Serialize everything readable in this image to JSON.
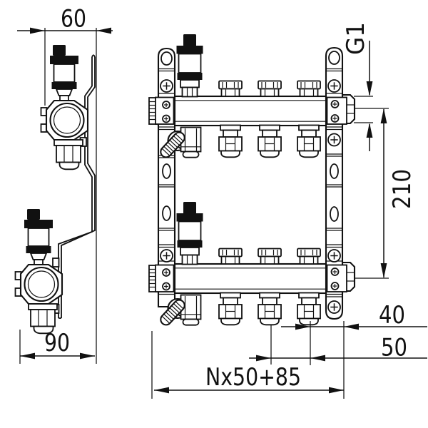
{
  "drawing": {
    "type": "technical-dimension-drawing",
    "subject": "heating manifold, side view and front view"
  },
  "dimensions": {
    "top_bracket_depth": "60",
    "bottom_bracket_depth": "90",
    "main_connection_thread": "G1",
    "bar_center_spacing": "210",
    "last_outlet_to_end": "40",
    "outlet_pitch": "50",
    "overall_length_formula": "Nx50+85"
  }
}
